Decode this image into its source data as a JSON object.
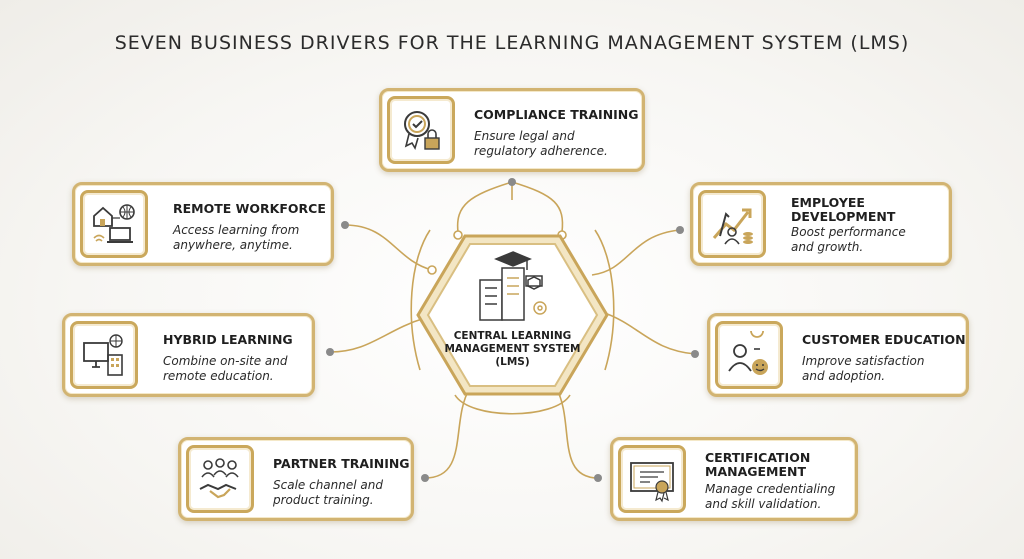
{
  "title": "SEVEN BUSINESS DRIVERS FOR THE LEARNING MANAGEMENT SYSTEM (LMS)",
  "center": {
    "line1": "CENTRAL LEARNING",
    "line2": "MANAGEMENT SYSTEM",
    "line3": "(LMS)",
    "icon": "building-graduation-cap-icon"
  },
  "accent_color": "#c9a55a",
  "drivers": {
    "compliance": {
      "title": "COMPLIANCE TRAINING",
      "desc1": "Ensure legal and",
      "desc2": "regulatory adherence.",
      "icon": "badge-lock-icon"
    },
    "remote": {
      "title": "REMOTE WORKFORCE",
      "desc1": "Access learning from",
      "desc2": "anywhere, anytime.",
      "icon": "home-laptop-globe-icon"
    },
    "employee": {
      "title1": "EMPLOYEE",
      "title2": "DEVELOPMENT",
      "desc1": "Boost performance",
      "desc2": "and growth.",
      "icon": "growth-arrow-person-icon"
    },
    "hybrid": {
      "title": "HYBRID LEARNING",
      "desc1": "Combine on-site and",
      "desc2": "remote education.",
      "icon": "desktop-building-icon"
    },
    "customer": {
      "title": "CUSTOMER EDUCATION",
      "desc1": "Improve satisfaction",
      "desc2": "and adoption.",
      "icon": "person-lightbulb-smiley-icon"
    },
    "partner": {
      "title": "PARTNER TRAINING",
      "desc1": "Scale channel and",
      "desc2": "product training.",
      "icon": "handshake-group-icon"
    },
    "certification": {
      "title1": "CERTIFICATION",
      "title2": "MANAGEMENT",
      "desc1": "Manage credentialing",
      "desc2": "and skill validation.",
      "icon": "certificate-icon"
    }
  }
}
